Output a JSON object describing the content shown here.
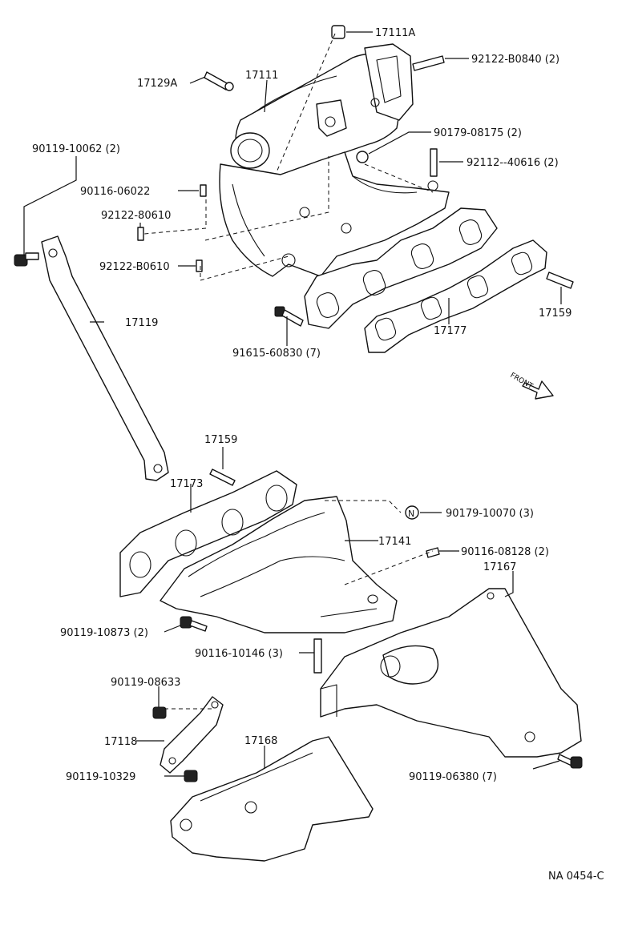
{
  "diagram_code": "NA 0454-C",
  "front_label": "FRONT",
  "callouts": [
    {
      "key": "c_17111A",
      "text": "17111A"
    },
    {
      "key": "c_92122B0840",
      "text": "92122-B0840 (2)"
    },
    {
      "key": "c_17129A",
      "text": "17129A"
    },
    {
      "key": "c_17111",
      "text": "17111"
    },
    {
      "key": "c_90179_08175",
      "text": "90179-08175 (2)"
    },
    {
      "key": "c_90119_10062",
      "text": "90119-10062 (2)"
    },
    {
      "key": "c_92112_40616",
      "text": "92112--40616 (2)"
    },
    {
      "key": "c_90116_06022",
      "text": "90116-06022"
    },
    {
      "key": "c_92122_80610",
      "text": "92122-80610"
    },
    {
      "key": "c_92122_B0610",
      "text": "92122-B0610"
    },
    {
      "key": "c_17119",
      "text": "17119"
    },
    {
      "key": "c_17159a",
      "text": "17159"
    },
    {
      "key": "c_17177",
      "text": "17177"
    },
    {
      "key": "c_91615_60830",
      "text": "91615-60830 (7)"
    },
    {
      "key": "c_17159b",
      "text": "17159"
    },
    {
      "key": "c_17173",
      "text": "17173"
    },
    {
      "key": "c_90179_10070",
      "text": "90179-10070 (3)"
    },
    {
      "key": "c_17141",
      "text": "17141"
    },
    {
      "key": "c_90116_08128",
      "text": "90116-08128 (2)"
    },
    {
      "key": "c_17167",
      "text": "17167"
    },
    {
      "key": "c_90119_10873",
      "text": "90119-10873 (2)"
    },
    {
      "key": "c_90116_10146",
      "text": "90116-10146 (3)"
    },
    {
      "key": "c_90119_08633",
      "text": "90119-08633"
    },
    {
      "key": "c_17118",
      "text": "17118"
    },
    {
      "key": "c_17168",
      "text": "17168"
    },
    {
      "key": "c_90119_10329",
      "text": "90119-10329"
    },
    {
      "key": "c_90119_06380",
      "text": "90119-06380 (7)"
    }
  ],
  "new_part_symbol": "N"
}
